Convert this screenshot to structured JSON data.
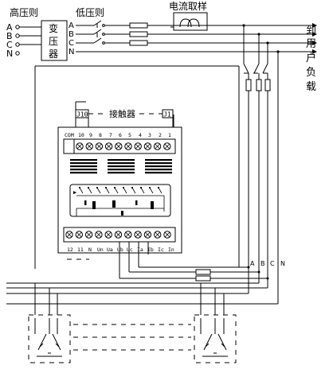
{
  "labels": {
    "high_side": "高压则",
    "low_side": "低压则",
    "transformer": [
      "变",
      "压",
      "器"
    ],
    "ct": "电流取样",
    "load": [
      "到",
      "用",
      "户",
      "负",
      "载"
    ],
    "contactor": "接触器",
    "j10": "J10",
    "j1": "J1",
    "hv_phases": [
      "A",
      "B",
      "C",
      "N"
    ],
    "lv_phases": [
      "A",
      "B",
      "C",
      "N"
    ],
    "bottom_phases": [
      "A",
      "B",
      "C",
      "N"
    ],
    "top_terminals": [
      "COM",
      "10",
      "9",
      "8",
      "7",
      "6",
      "5",
      "4",
      "3",
      "2",
      "1"
    ],
    "bottom_terminals": [
      "12",
      "11",
      "N",
      "Un",
      "Ua",
      "Ub",
      "Uc",
      "Ia",
      "Ib",
      "Ic",
      "In"
    ]
  }
}
